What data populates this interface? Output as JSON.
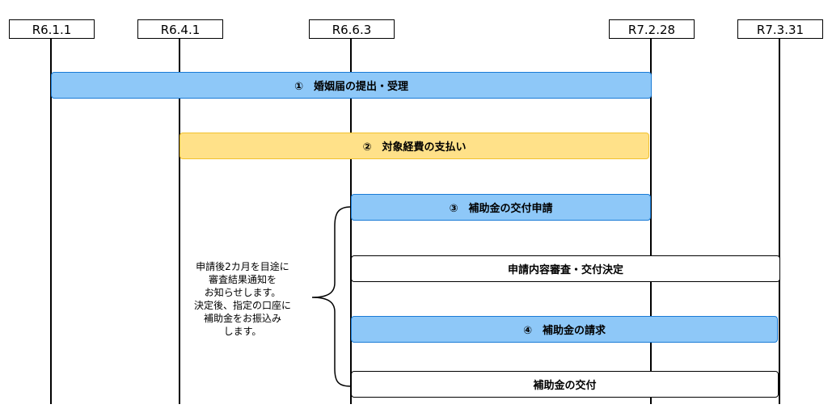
{
  "dates": [
    "R6.1.1",
    "R6.4.1",
    "R6.6.3",
    "R7.2.28",
    "R7.3.31"
  ],
  "bars": [
    {
      "id": "marriage",
      "label": "①　婚姻届の提出・受理",
      "style": "blue"
    },
    {
      "id": "payment",
      "label": "②　対象経費の支払い",
      "style": "yellow"
    },
    {
      "id": "application",
      "label": "③　補助金の交付申請",
      "style": "blue"
    },
    {
      "id": "review",
      "label": "申請内容審査・交付決定",
      "style": "white"
    },
    {
      "id": "claim",
      "label": "④　補助金の請求",
      "style": "blue"
    },
    {
      "id": "grant",
      "label": "補助金の交付",
      "style": "white"
    }
  ],
  "note": "申請後2カ月を目途に\n審査結果通知を\nお知らせします。\n決定後、指定の口座に\n補助金をお振込み\nします。"
}
